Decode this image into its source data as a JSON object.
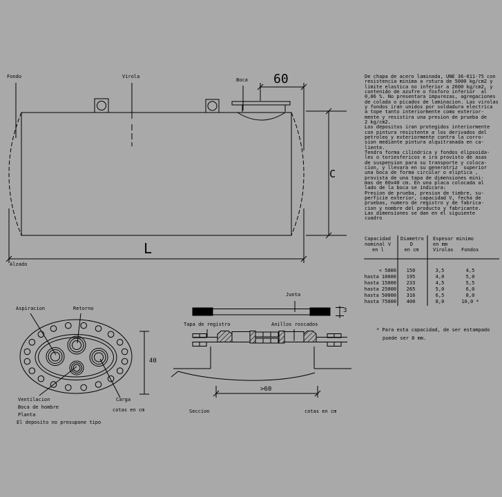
{
  "colors": {
    "background": "#a9a9a9",
    "ink": "#000000"
  },
  "elevation": {
    "label_fondo": "Fondo",
    "label_virola": "Virola",
    "label_boca": "Boca",
    "dim_boca": "60",
    "dim_height": "C",
    "dim_length": "L",
    "caption": "Alzado"
  },
  "plan": {
    "label_aspiracion": "Aspiracion",
    "label_retorno": "Retorno",
    "label_ventilacion": "Ventilacion",
    "label_boca_hombre": "Boca de hombre",
    "label_carga": "Carga",
    "caption": "Planta",
    "note": "El deposito no presupone tipo",
    "dim_width": "40",
    "units": "cotas en cm"
  },
  "section": {
    "label_junta": "Junta",
    "label_tapa": "Tapa de registro",
    "label_anillos": "Anillos roscados",
    "dim_junta": "3",
    "dim_boca_min": ">60",
    "caption": "Seccion",
    "units": "cotas en cm"
  },
  "spec_text": "De chapa de acero laminada, UNE 36-011-75 con\nresistencia minima a rotura de 5000 kg/cm2 y\nlimite elastica no inferior a 2600 kg/cm2, y\ncontenido de azufre o fosforo inferior  al\n0,06 %. No presentara impurezas, agregaciones\nde colada o picados de laminacion. Las virolas\ny fondos iran unidos por soldadura electrica\na tope tanto interiormente como exterior-\nmente y resistira una presion de prueba de\n2 kg/cm2.\nLos depositos iran protegidos interiormente\ncon pintura resistente a los derivados del\npetroleo y exteriormente contra la corro-\nsion mediante pintura alquitranada en ca-\nliente.\nTendra forma cilindrica y fondos elipsoida-\nles o toriesfericos e ira provisto de asas\nde suspension para su transporte y coloca-\ncion, y llevara en su generatriz  superior\nuna boca de forma circular o eliptica ,\nprovista de una tapa de dimensiones mini-\nmas de 60x40 cm. En una placa colocada al\nlado de la boca se indicara:\nPresion de prueba, presion de timbre, su-\nperficie exterior, capacidad V, fecha de\npruebas, numero de registro y de fabrica-\ncion y nombre del producto y fabricante.\nLas dimensiones se dan en el siguiente\ncuadro",
  "table": {
    "header": {
      "c1l1": "Capacidad",
      "c1l2": "nominal V",
      "c1l3": "en l",
      "c2l1": "Diametro",
      "c2l2": "D",
      "c2l3": "en cm",
      "c3l1": "Espesor minimo",
      "c3l2": "en mm",
      "c3sub1": "Virolas",
      "c3sub2": "Fondos"
    },
    "rows": [
      {
        "cap": "< 5000",
        "dia": "150",
        "vir": "3,5",
        "fon": "4,5"
      },
      {
        "cap": "hasta 10000",
        "dia": "195",
        "vir": "4,0",
        "fon": "5,0"
      },
      {
        "cap": "hasta 15000",
        "dia": "233",
        "vir": "4,5",
        "fon": "5,5"
      },
      {
        "cap": "hasta 25000",
        "dia": "265",
        "vir": "5,0",
        "fon": "6,0"
      },
      {
        "cap": "hasta 50000",
        "dia": "316",
        "vir": "6,5",
        "fon": "8,0"
      },
      {
        "cap": "hasta 75000",
        "dia": "400",
        "vir": "8,0",
        "fon": "10,0 *"
      }
    ],
    "footnote_l1": "* Para esta capacidad, de ser estampado",
    "footnote_l2": "puede ser 8 mm."
  }
}
